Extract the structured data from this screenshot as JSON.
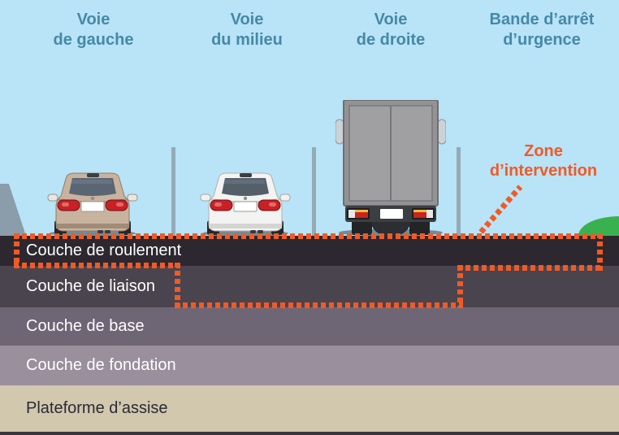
{
  "lane_labels": [
    {
      "line1": "Voie",
      "line2": "de gauche"
    },
    {
      "line1": "Voie",
      "line2": "du milieu"
    },
    {
      "line1": "Voie",
      "line2": "de droite"
    },
    {
      "line1": "Bande d’arrêt",
      "line2": "d’urgence"
    }
  ],
  "zone_label": {
    "line1": "Zone",
    "line2": "d’intervention"
  },
  "layers": [
    {
      "label": "Couche de roulement",
      "color": "#2d2830",
      "text_color": "#ffffff"
    },
    {
      "label": "Couche de liaison",
      "color": "#4a444e",
      "text_color": "#ffffff"
    },
    {
      "label": "Couche de base",
      "color": "#6f6675",
      "text_color": "#ffffff"
    },
    {
      "label": "Couche de fondation",
      "color": "#998f9d",
      "text_color": "#ffffff"
    },
    {
      "label": "Plateforme d’assise",
      "color": "#d1c8ad",
      "text_color": "#2b2a38"
    }
  ],
  "colors": {
    "sky": "#b9e3f6",
    "accent_orange": "#f15a26",
    "lane_label_text": "#4589a8",
    "divider_post": "#94aab6",
    "barrier": "#8b9caa",
    "grass": "#3ab14f",
    "ground_base": "#3a353d"
  },
  "vehicles": [
    {
      "name": "beige-car",
      "lane": "Voie de gauche"
    },
    {
      "name": "white-car",
      "lane": "Voie du milieu"
    },
    {
      "name": "truck",
      "lane": "Voie de droite"
    }
  ]
}
